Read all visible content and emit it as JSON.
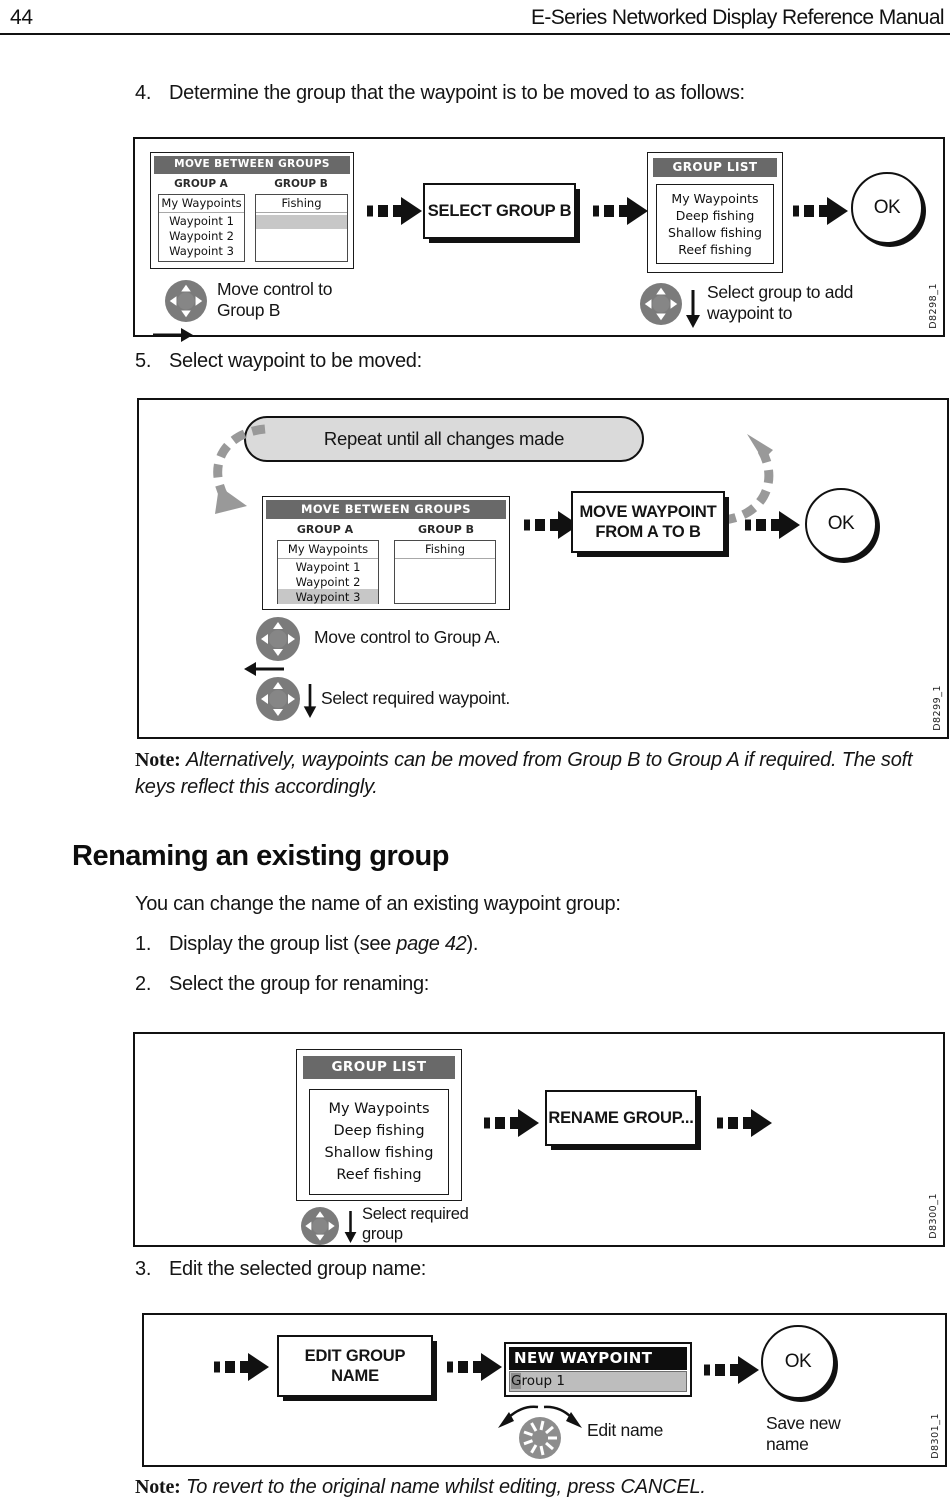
{
  "page": {
    "number": "44",
    "title": "E-Series Networked Display Reference Manual"
  },
  "steps": {
    "step4_num": "4.",
    "step4_text": "Determine the group that the waypoint is to be moved to as follows:",
    "step5_num": "5.",
    "step5_text": "Select waypoint to be moved:",
    "step1_num": "1.",
    "step1_pre": "Display the group list (see ",
    "step1_link": "page 42",
    "step1_post": ").",
    "step2_num": "2.",
    "step2_text": "Select the group for renaming:",
    "step3_num": "3.",
    "step3_text": "Edit the selected group name:"
  },
  "section": {
    "heading": "Renaming an existing group",
    "intro": "You can change the name of an existing waypoint group:"
  },
  "notes": {
    "note1_label": "Note:",
    "note1_body": "Alternatively, waypoints can be moved from Group B to Group A if required. The soft keys reflect this accordingly.",
    "note2_label": "Note:",
    "note2_body": "To revert to the original name whilst editing, press CANCEL."
  },
  "diagram1": {
    "figure_id": "D8298_1",
    "panel_title": "MOVE BETWEEN GROUPS",
    "group_a_label": "GROUP A",
    "group_b_label": "GROUP B",
    "group_a_header": "My Waypoints",
    "group_a_items": [
      "Waypoint 1",
      "Waypoint 2",
      "Waypoint 3"
    ],
    "group_b_header": "Fishing",
    "select_button": "SELECT GROUP B",
    "group_list_title": "GROUP LIST",
    "group_list_items": [
      "My Waypoints",
      "Deep fishing",
      "Shallow fishing",
      "Reef fishing"
    ],
    "ok_label": "OK",
    "caption_move": "Move control to Group B",
    "caption_select": "Select group to add waypoint to"
  },
  "diagram2": {
    "figure_id": "D8299_1",
    "repeat_label": "Repeat until all changes made",
    "panel_title": "MOVE BETWEEN GROUPS",
    "group_a_label": "GROUP A",
    "group_b_label": "GROUP B",
    "group_a_header": "My Waypoints",
    "group_a_items": [
      "Waypoint 1",
      "Waypoint 2",
      "Waypoint 3"
    ],
    "group_b_header": "Fishing",
    "move_button": "MOVE WAYPOINT FROM A TO B",
    "ok_label": "OK",
    "caption_move": "Move control to Group A.",
    "caption_select": "Select required waypoint."
  },
  "diagram3": {
    "figure_id": "D8300_1",
    "panel_title": "GROUP LIST",
    "group_list_items": [
      "My Waypoints",
      "Deep fishing",
      "Shallow fishing",
      "Reef fishing"
    ],
    "rename_button": "RENAME GROUP...",
    "caption_select": "Select required group"
  },
  "diagram4": {
    "figure_id": "D8301_1",
    "edit_button": "EDIT GROUP NAME",
    "panel_title": "NEW WAYPOINT",
    "input_first_char": "G",
    "input_rest": "roup 1",
    "ok_label": "OK",
    "caption_knob": "Edit name",
    "caption_ok": "Save new name"
  }
}
